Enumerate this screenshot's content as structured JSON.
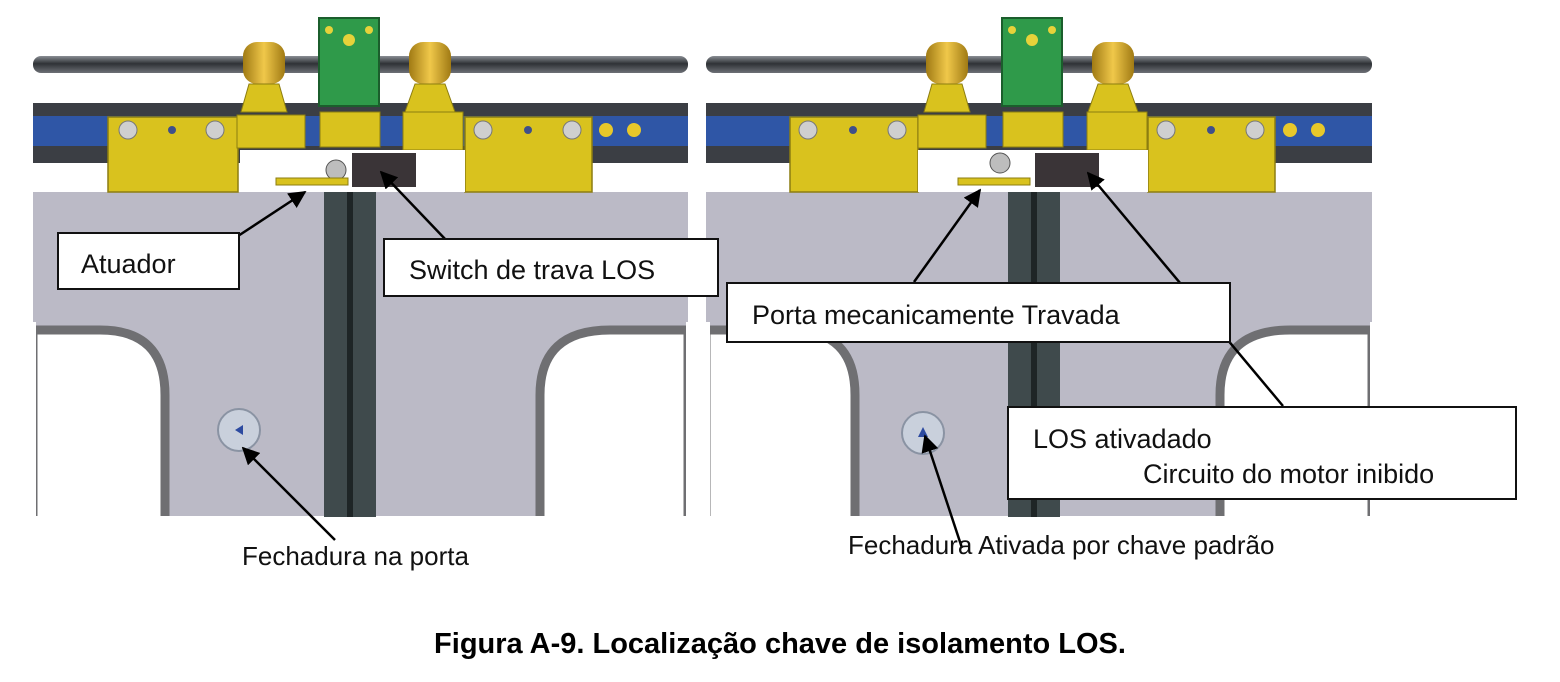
{
  "labels": {
    "atuador": "Atuador",
    "switch": "Switch de trava LOS",
    "fechadura_porta": "Fechadura na porta",
    "porta_travada": "Porta mecanicamente Travada",
    "los_ativado": "LOS ativadado",
    "circuito_inibido": "Circuito do motor inibido",
    "fechadura_ativada": "Fechadura Ativada por chave padrão"
  },
  "caption": "Figura A-9. Localização chave de isolamento LOS.",
  "colors": {
    "door_panel": "#bbbac6",
    "door_border": "#6f6f72",
    "rail_blue": "#2f56a6",
    "bracket_yellow": "#d9c21e",
    "roller_gold": "#c8a12c",
    "pcb_green": "#2f9a4a",
    "rod": "#4a4d52",
    "center_seam": "#3f4a4c"
  }
}
